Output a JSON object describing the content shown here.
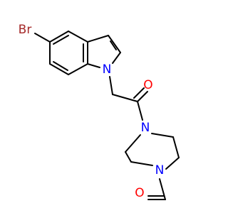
{
  "molecule": {
    "atoms": [
      {
        "id": "br",
        "symbol": "Br",
        "color": "#a52a2a"
      },
      {
        "id": "n_indole",
        "symbol": "N",
        "color": "#0000ff"
      },
      {
        "id": "o_amide",
        "symbol": "O",
        "color": "#ff0000"
      },
      {
        "id": "n_pip_top",
        "symbol": "N",
        "color": "#0000ff"
      },
      {
        "id": "n_pip_bottom",
        "symbol": "N",
        "color": "#0000ff"
      },
      {
        "id": "o_formyl",
        "symbol": "O",
        "color": "#ff0000"
      }
    ]
  }
}
